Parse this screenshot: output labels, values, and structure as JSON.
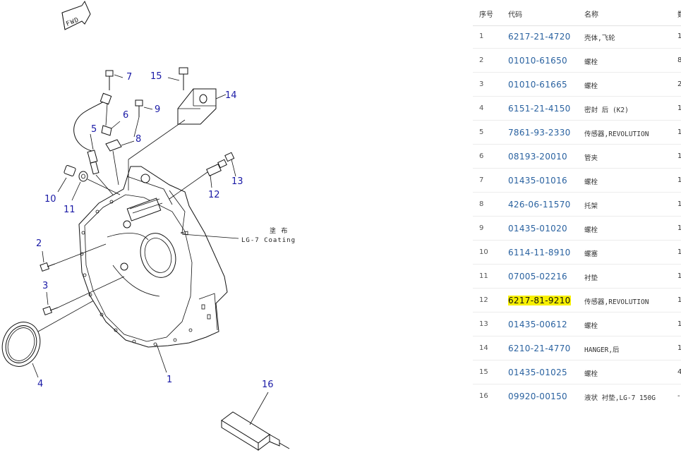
{
  "diagram": {
    "fwd_label": "FWD",
    "coating_label_cn": "塗 布",
    "coating_label": "LG-7 Coating",
    "callouts": {
      "c1": "1",
      "c2": "2",
      "c3": "3",
      "c4": "4",
      "c5": "5",
      "c6": "6",
      "c7": "7",
      "c8": "8",
      "c9": "9",
      "c10": "10",
      "c11": "11",
      "c12": "12",
      "c13": "13",
      "c14": "14",
      "c15": "15",
      "c16": "16"
    }
  },
  "table": {
    "headers": {
      "no": "序号",
      "code": "代码",
      "name": "名称",
      "qty": "数"
    },
    "rows": [
      {
        "no": "1",
        "code": "6217-21-4720",
        "name": "壳体,飞轮",
        "qty": "1"
      },
      {
        "no": "2",
        "code": "01010-61650",
        "name": "螺栓",
        "qty": "8"
      },
      {
        "no": "3",
        "code": "01010-61665",
        "name": "螺栓",
        "qty": "2"
      },
      {
        "no": "4",
        "code": "6151-21-4150",
        "name": "密封 后 (K2)",
        "qty": "1"
      },
      {
        "no": "5",
        "code": "7861-93-2330",
        "name": "传感器,REVOLUTION",
        "qty": "1"
      },
      {
        "no": "6",
        "code": "08193-20010",
        "name": "管夹",
        "qty": "1"
      },
      {
        "no": "7",
        "code": "01435-01016",
        "name": "螺栓",
        "qty": "1"
      },
      {
        "no": "8",
        "code": "426-06-11570",
        "name": "托架",
        "qty": "1"
      },
      {
        "no": "9",
        "code": "01435-01020",
        "name": "螺栓",
        "qty": "1"
      },
      {
        "no": "10",
        "code": "6114-11-8910",
        "name": "螺塞",
        "qty": "1"
      },
      {
        "no": "11",
        "code": "07005-02216",
        "name": "衬垫",
        "qty": "1"
      },
      {
        "no": "12",
        "code": "6217-81-9210",
        "name": "传感器,REVOLUTION",
        "qty": "1",
        "highlight": true
      },
      {
        "no": "13",
        "code": "01435-00612",
        "name": "螺栓",
        "qty": "1"
      },
      {
        "no": "14",
        "code": "6210-21-4770",
        "name": "HANGER,后",
        "qty": "1"
      },
      {
        "no": "15",
        "code": "01435-01025",
        "name": "螺栓",
        "qty": "4"
      },
      {
        "no": "16",
        "code": "09920-00150",
        "name": "液状 衬垫,LG-7 150G",
        "qty": "-"
      }
    ]
  },
  "colors": {
    "callout": "#1a1aa6",
    "code_link": "#2a62a0",
    "highlight": "#f7f000"
  }
}
